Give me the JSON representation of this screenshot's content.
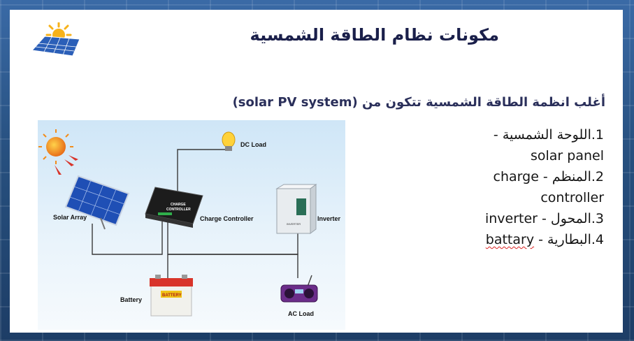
{
  "slide": {
    "title": "مكونات نظام  الطاقة الشمسية",
    "subtitle_ar": "أغلب انظمة الطاقة الشمسية تتكون من",
    "subtitle_en": "(solar PV system)"
  },
  "diagram": {
    "labels": {
      "solar_array": "Solar Array",
      "charge_controller": "Charge Controller",
      "dc_load": "DC Load",
      "inverter": "Inverter",
      "battery": "Battery",
      "ac_load": "AC Load"
    },
    "device_text": {
      "controller_line1": "CHARGE",
      "controller_line2": "CONTROLLER",
      "inverter_plate": "INVERTER",
      "battery_plate": "BATTERY"
    }
  },
  "components": [
    {
      "num": "1.",
      "ar": "اللوحة الشمسية",
      "sep": " - ",
      "en": "solar panel"
    },
    {
      "num": "2.",
      "ar": "المنظم",
      "sep": " - ",
      "en": "charge controller"
    },
    {
      "num": "3.",
      "ar": "المحول",
      "sep": " - ",
      "en": "inverter"
    },
    {
      "num": "4.",
      "ar": "البطارية",
      "sep": " - ",
      "en": "battary"
    }
  ],
  "colors": {
    "title": "#1a1f4a",
    "wire": "#3a3a3a",
    "panel_blue": "#1f4fb5",
    "battery_red": "#d8342a",
    "sun_orange": "#f28c1a"
  }
}
